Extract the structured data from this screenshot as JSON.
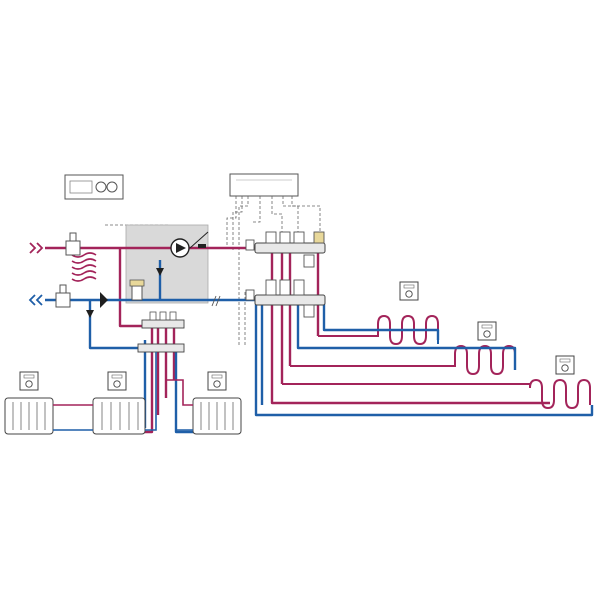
{
  "diagram": {
    "type": "hydronic-heating-schematic",
    "colors": {
      "supply": "#a3245a",
      "return": "#1f5fa8",
      "equipment": "#d9d9d9",
      "outline": "#555555",
      "control": "#666666"
    },
    "icons": {
      "supply_inlet": "double-chevron-right-icon",
      "return_outlet": "double-chevron-left-icon",
      "pump": "circulation-pump-icon",
      "thermostat": "room-thermostat-icon",
      "radiator": "radiator-icon"
    },
    "counts": {
      "radiators": 3,
      "radiator_thermostats": 3,
      "floor_heating_loops": 3,
      "floor_loop_thermostats": 3
    }
  }
}
